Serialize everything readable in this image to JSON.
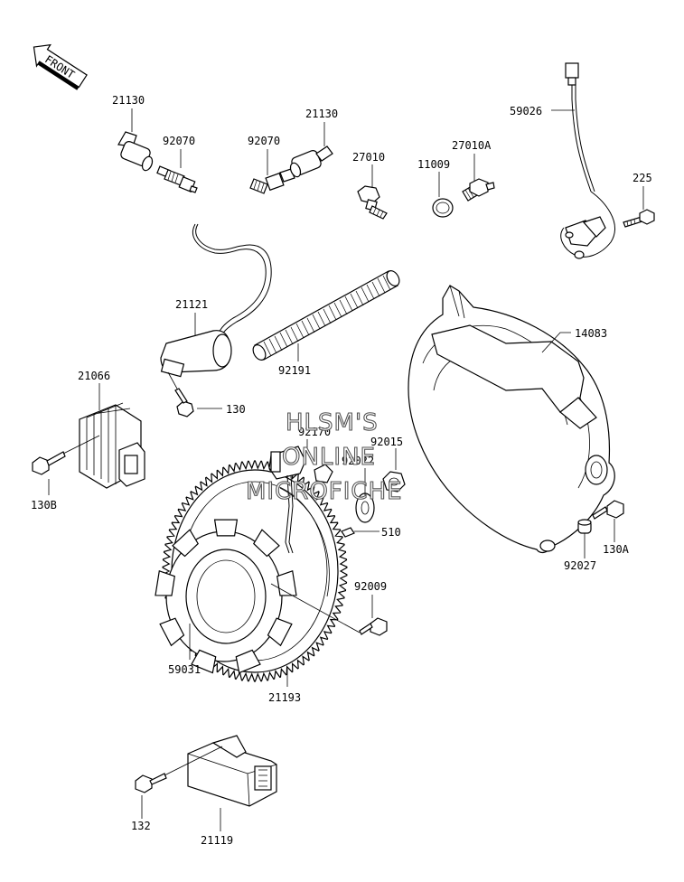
{
  "direction_tag": "FRONT",
  "watermark": [
    "HLSM'S",
    "ONLINE",
    "MICROFICHE"
  ],
  "callouts": {
    "c21130a": "21130",
    "c92070a": "92070",
    "c92070b": "92070",
    "c21130b": "21130",
    "c27010": "27010",
    "c11009": "11009",
    "c27010A": "27010A",
    "c59026": "59026",
    "c225": "225",
    "c21121": "21121",
    "c92191": "92191",
    "c14083": "14083",
    "c21066": "21066",
    "c130": "130",
    "c130B": "130B",
    "c92170": "92170",
    "c92015": "92015",
    "c92022": "92022",
    "c510": "510",
    "c92027": "92027",
    "c130A": "130A",
    "c92009": "92009",
    "c59031": "59031",
    "c21193": "21193",
    "c132": "132",
    "c21119": "21119"
  }
}
